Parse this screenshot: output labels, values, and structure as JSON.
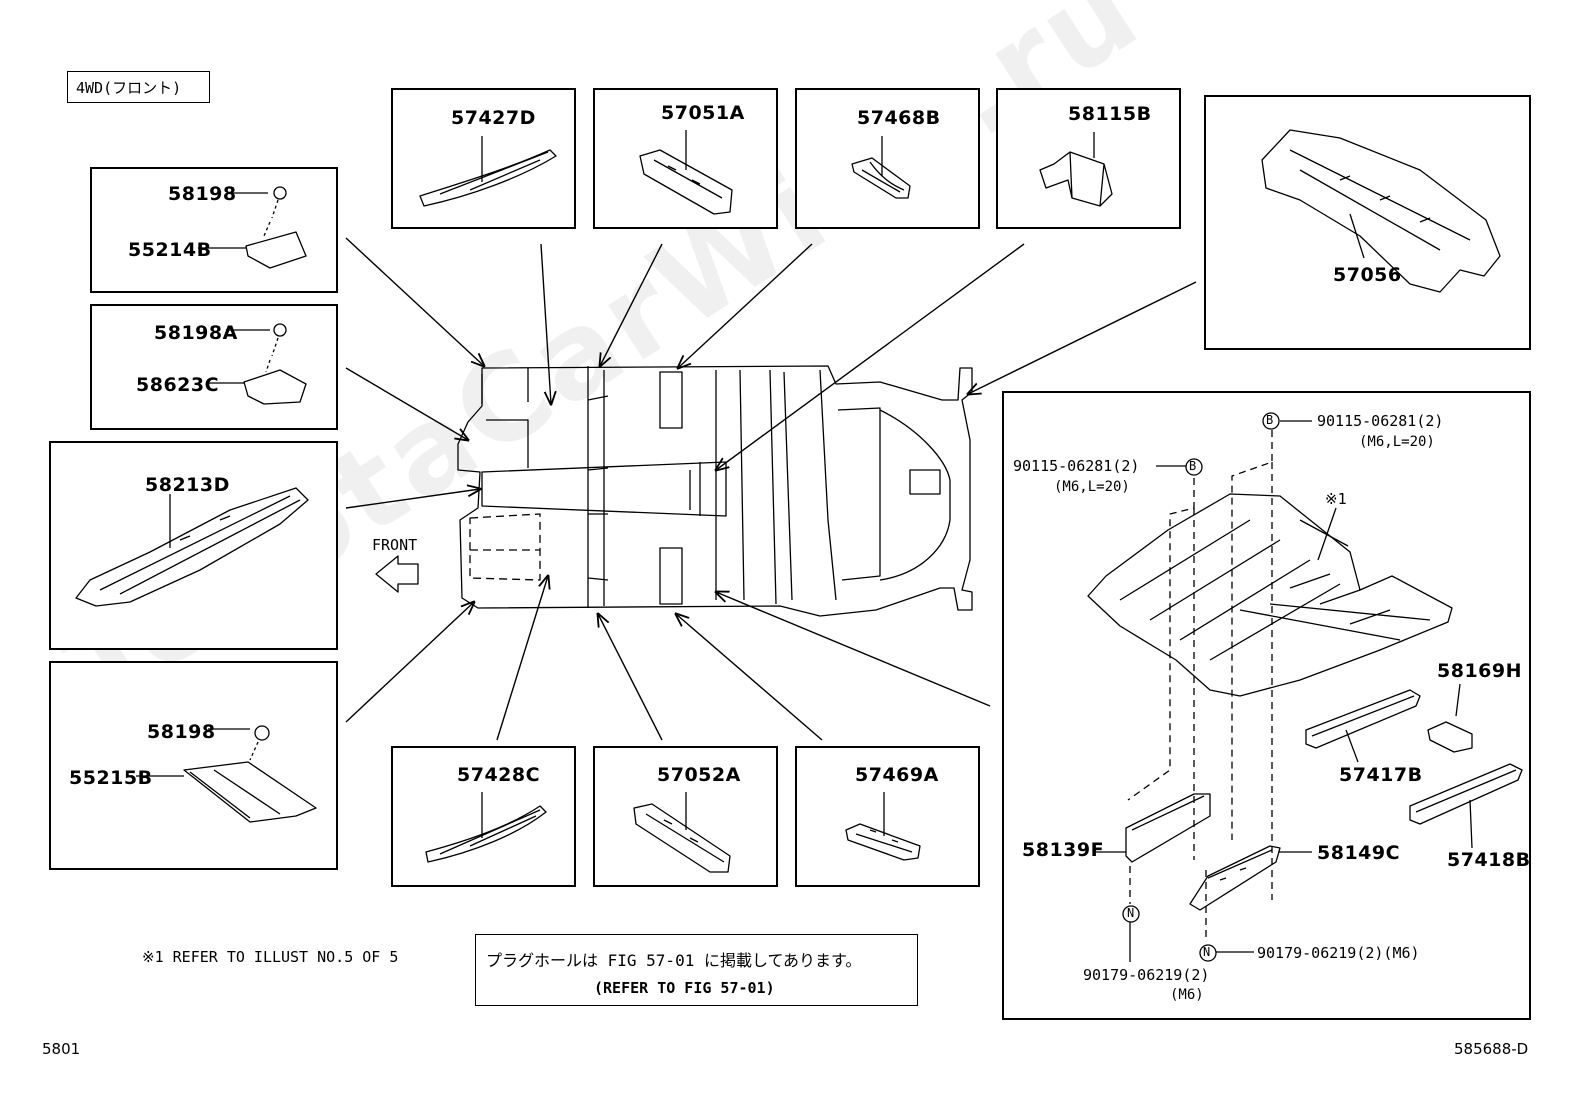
{
  "header": {
    "variant_tag": "4WD(フロント)"
  },
  "labels": {
    "p57427D": "57427D",
    "p57051A": "57051A",
    "p57468B": "57468B",
    "p58115B": "58115B",
    "p57056": "57056",
    "p58198_top": "58198",
    "p55214B": "55214B",
    "p58198A": "58198A",
    "p58623C": "58623C",
    "p58213D": "58213D",
    "p58198_bottom": "58198",
    "p55215B": "55215B",
    "p57428C": "57428C",
    "p57052A": "57052A",
    "p57469A": "57469A",
    "front": "FRONT",
    "asm_90115_left": "90115-06281(2)",
    "asm_90115_left_spec": "(M6,L=20)",
    "asm_90115_right": "90115-06281(2)",
    "asm_90115_right_spec": "(M6,L=20)",
    "asm_ref1": "※1",
    "asm_58169H": "58169H",
    "asm_57417B": "57417B",
    "asm_57418B": "57418B",
    "asm_58139F": "58139F",
    "asm_58149C": "58149C",
    "asm_90179_right": "90179-06219(2)(M6)",
    "asm_90179_left": "90179-06219(2)",
    "asm_90179_left_spec": "(M6)",
    "marker_B": "B",
    "marker_N": "N"
  },
  "notes": {
    "refer_illust": "※1  REFER TO ILLUST NO.5 OF 5",
    "plug_hole_jp": "プラグホールは FIG 57-01 に掲載してあります。",
    "plug_hole_en": "(REFER TO FIG 57-01)"
  },
  "footer": {
    "page_code": "5801",
    "drawing_id": "585688-D"
  },
  "watermark": "ToyotaCarWine.ru"
}
